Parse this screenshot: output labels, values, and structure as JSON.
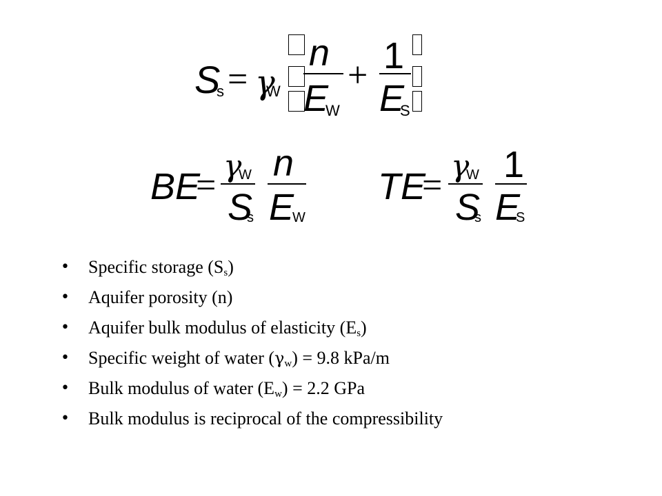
{
  "equations": {
    "main": {
      "lhs": "S",
      "lhs_sub": "s",
      "eq": "=",
      "gamma": "γ",
      "gamma_sub": "W",
      "num1": "n",
      "den1": "E",
      "den1_sub": "W",
      "plus": "+",
      "num2": "1",
      "den2": "E",
      "den2_sub": "S"
    },
    "be": {
      "lhs": "BE",
      "eq": "=",
      "num_gamma": "γ",
      "num_gamma_sub": "W",
      "den_s": "S",
      "den_s_sub": "s",
      "num2": "n",
      "den2": "E",
      "den2_sub": "W"
    },
    "te": {
      "lhs": "TE",
      "eq": "=",
      "num_gamma": "γ",
      "num_gamma_sub": "W",
      "den_s": "S",
      "den_s_sub": "s",
      "num2": "1",
      "den2": "E",
      "den2_sub": "S"
    }
  },
  "bullets": [
    {
      "pre": "Specific storage (S",
      "sub": "s",
      "post": ")"
    },
    {
      "pre": "Aquifer porosity (n)",
      "sub": "",
      "post": ""
    },
    {
      "pre": "Aquifer bulk modulus of elasticity (E",
      "sub": "s",
      "post": ")"
    },
    {
      "pre": "Specific weight of water (",
      "greek": "γ",
      "sub": "w",
      "post": ") = 9.8 kPa/m"
    },
    {
      "pre": "Bulk modulus of water (E",
      "sub": "w",
      "post": ") = 2.2 GPa"
    },
    {
      "pre": "Bulk modulus is reciprocal of the compressibility",
      "sub": "",
      "post": ""
    }
  ],
  "bullet_glyph": "•"
}
